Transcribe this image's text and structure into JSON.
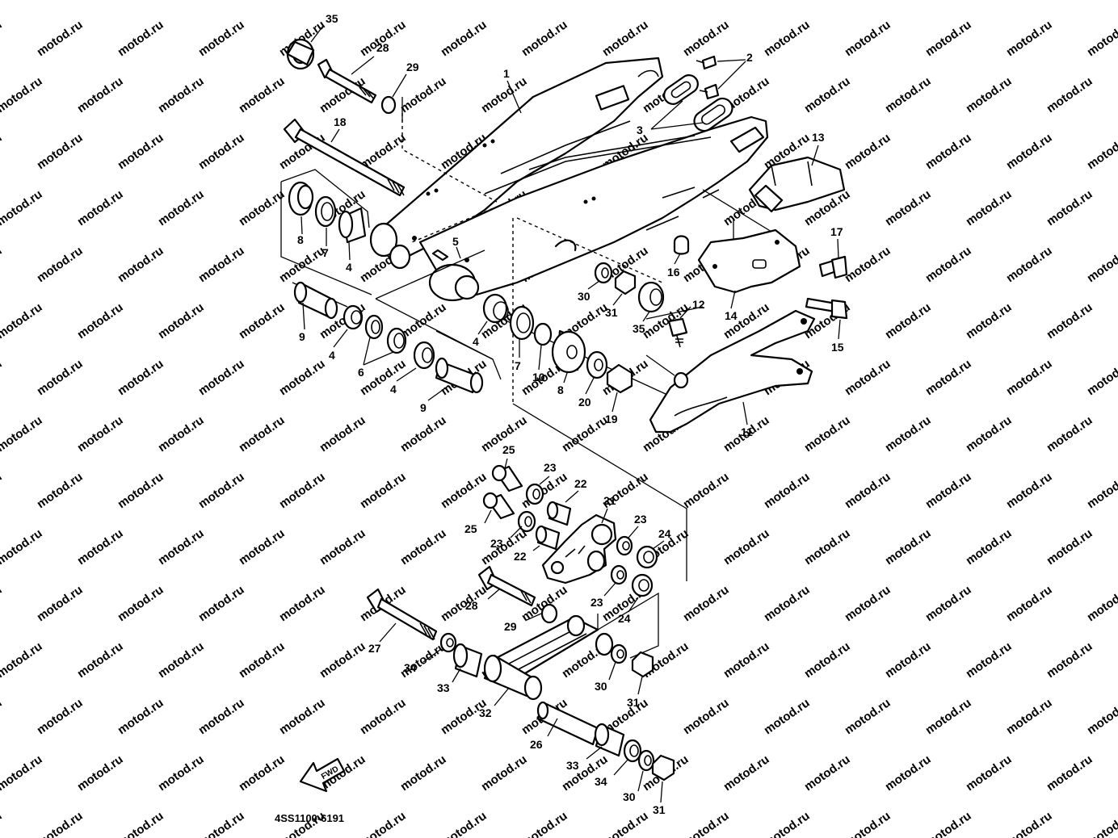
{
  "diagram": {
    "fwd_text": "FWD",
    "code": "4SS1100-6191",
    "watermark_text": "motod.ru",
    "callouts": [
      {
        "id": "c35a",
        "label": "35"
      },
      {
        "id": "c28a",
        "label": "28"
      },
      {
        "id": "c29a",
        "label": "29"
      },
      {
        "id": "c1",
        "label": "1"
      },
      {
        "id": "c2",
        "label": "2"
      },
      {
        "id": "c3",
        "label": "3"
      },
      {
        "id": "c18",
        "label": "18"
      },
      {
        "id": "c13",
        "label": "13"
      },
      {
        "id": "c8a",
        "label": "8"
      },
      {
        "id": "c7a",
        "label": "7"
      },
      {
        "id": "c4a",
        "label": "4"
      },
      {
        "id": "c5",
        "label": "5"
      },
      {
        "id": "c16",
        "label": "16"
      },
      {
        "id": "c17",
        "label": "17"
      },
      {
        "id": "c30a",
        "label": "30"
      },
      {
        "id": "c31a",
        "label": "31"
      },
      {
        "id": "c35b",
        "label": "35"
      },
      {
        "id": "c12",
        "label": "12"
      },
      {
        "id": "c14",
        "label": "14"
      },
      {
        "id": "c15",
        "label": "15"
      },
      {
        "id": "c9a",
        "label": "9"
      },
      {
        "id": "c4b",
        "label": "4"
      },
      {
        "id": "c6",
        "label": "6"
      },
      {
        "id": "c4c",
        "label": "4"
      },
      {
        "id": "c9b",
        "label": "9"
      },
      {
        "id": "c4d",
        "label": "4"
      },
      {
        "id": "c7b",
        "label": "7"
      },
      {
        "id": "c10",
        "label": "10"
      },
      {
        "id": "c8b",
        "label": "8"
      },
      {
        "id": "c20",
        "label": "20"
      },
      {
        "id": "c19",
        "label": "19"
      },
      {
        "id": "c11",
        "label": "11"
      },
      {
        "id": "c25a",
        "label": "25"
      },
      {
        "id": "c23a",
        "label": "23"
      },
      {
        "id": "c22a",
        "label": "22"
      },
      {
        "id": "c21",
        "label": "21"
      },
      {
        "id": "c25b",
        "label": "25"
      },
      {
        "id": "c23b",
        "label": "23"
      },
      {
        "id": "c22b",
        "label": "22"
      },
      {
        "id": "c23c",
        "label": "23"
      },
      {
        "id": "c24a",
        "label": "24"
      },
      {
        "id": "c23d",
        "label": "23"
      },
      {
        "id": "c24b",
        "label": "24"
      },
      {
        "id": "c28b",
        "label": "28"
      },
      {
        "id": "c29b",
        "label": "29"
      },
      {
        "id": "c27",
        "label": "27"
      },
      {
        "id": "c34a",
        "label": "34"
      },
      {
        "id": "c33a",
        "label": "33"
      },
      {
        "id": "c32",
        "label": "32"
      },
      {
        "id": "c30b",
        "label": "30"
      },
      {
        "id": "c31b",
        "label": "31"
      },
      {
        "id": "c26",
        "label": "26"
      },
      {
        "id": "c33b",
        "label": "33"
      },
      {
        "id": "c34b",
        "label": "34"
      },
      {
        "id": "c30c",
        "label": "30"
      },
      {
        "id": "c31c",
        "label": "31"
      }
    ]
  }
}
